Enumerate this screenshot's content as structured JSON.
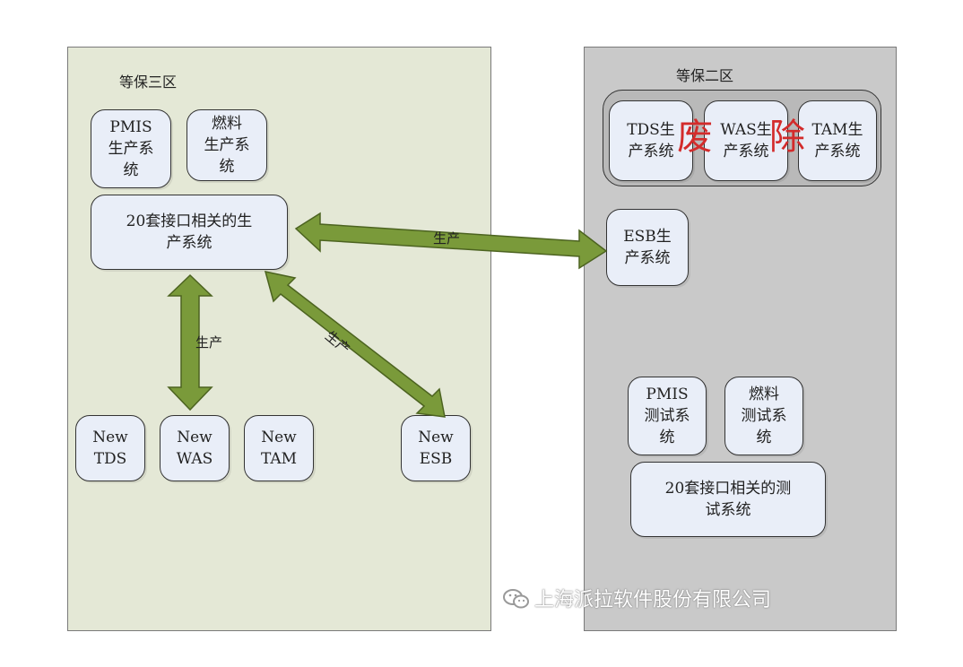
{
  "zones": {
    "zone3": {
      "title": "等保三区"
    },
    "zone2": {
      "title": "等保二区"
    }
  },
  "zone3_boxes": {
    "pmis": "PMIS\n生产系\n统",
    "fuel": "燃料\n生产系\n统",
    "interfaces": "20套接口相关的生\n产系统",
    "new_tds": "New\nTDS",
    "new_was": "New\nWAS",
    "new_tam": "New\nTAM",
    "new_esb": "New\nESB"
  },
  "zone2_boxes": {
    "tds": "TDS生\n产系统",
    "was": "WAS生\n产系统",
    "tam": "TAM生\n产系统",
    "deprecated_1": "废",
    "deprecated_2": "除",
    "esb": "ESB生\n产系统",
    "pmis_test": "PMIS\n测试系\n统",
    "fuel_test": "燃料\n测试系\n统",
    "interfaces_test": "20套接口相关的测\n试系统"
  },
  "arrows": {
    "horizontal_label": "生产",
    "vertical_label": "生产",
    "diagonal_label": "生产"
  },
  "watermark": "上海派拉软件股份有限公司",
  "colors": {
    "zone3_bg": "#e4e8d6",
    "zone2_bg": "#c9c9c9",
    "box_bg": "#e9eef8",
    "arrow_fill": "#7a9a3a",
    "deprecated_text": "#d32b2b"
  }
}
